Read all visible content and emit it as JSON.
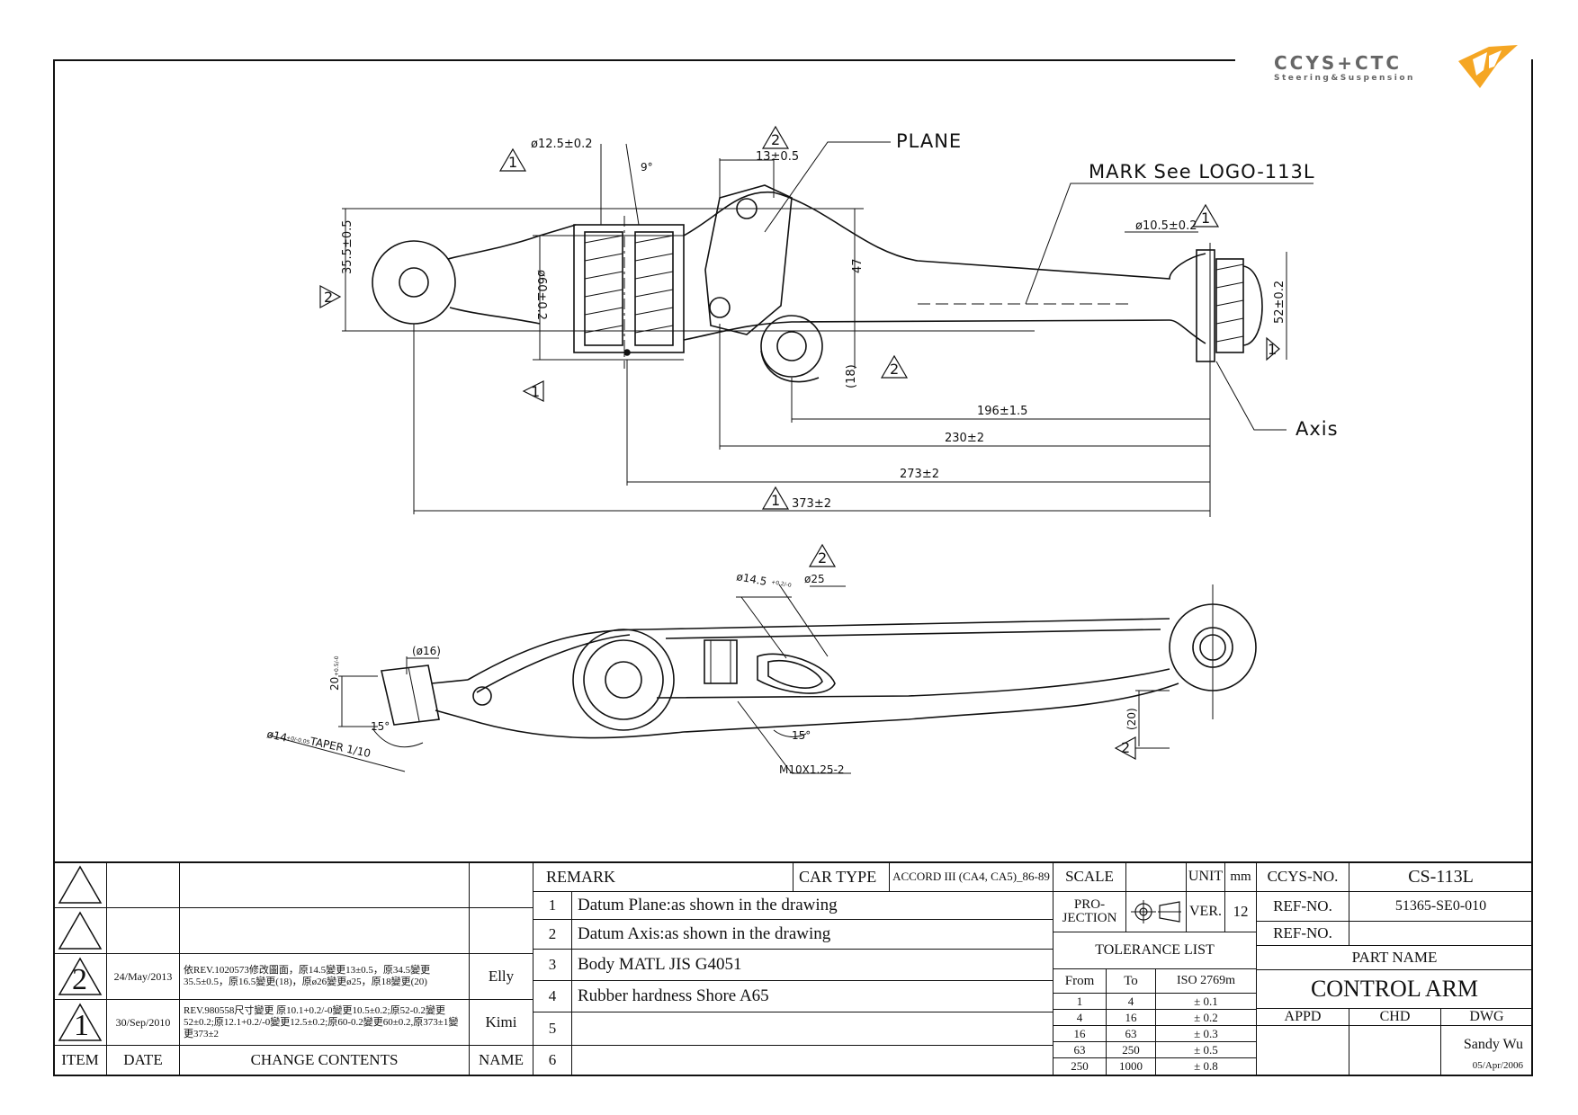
{
  "logo": {
    "brand": "CCYS+CTC",
    "tagline": "Steering&Suspension"
  },
  "drawing": {
    "dims": {
      "hole_left": "ø12.5±0.2",
      "angle_top": "9°",
      "top_13": "13±0.5",
      "dim_35": "35.5±0.5",
      "dim_60": "ø60±0.2",
      "dim_47": "47",
      "dim_18": "(18)",
      "hole_right": "ø10.5±0.2",
      "dim_52": "52±0.2",
      "dim_196": "196±1.5",
      "dim_230": "230±2",
      "dim_273": "273±2",
      "dim_373": "373±2",
      "dim_145": "ø14.5",
      "dim_145_tol": "+0.2/-0",
      "dim_25": "ø25",
      "dim_16": "(ø16)",
      "dim_20": "20",
      "dim_20_tol": "+0.5/-0",
      "taper_value": "ø14",
      "taper_tol": "+0/-0.05",
      "taper_label": "TAPER 1/10",
      "angle_15a": "15°",
      "angle_15b": "15°",
      "thread": "M10X1.25-2",
      "dim_20b": "(20)"
    },
    "labels": {
      "plane": "PLANE",
      "mark": "MARK See LOGO-113L",
      "axis": "Axis"
    },
    "datum_marks": [
      "1",
      "2"
    ]
  },
  "title_block": {
    "headers": {
      "item": "ITEM",
      "date": "DATE",
      "change_contents": "CHANGE CONTENTS",
      "name": "NAME"
    },
    "revisions": [
      {
        "item": "2",
        "date": "24/May/2013",
        "contents": "依REV.1020573修改圖面，原14.5變更13±0.5，原34.5變更35.5±0.5，原16.5變更(18)，原ø26變更ø25，原18變更(20)",
        "name": "Elly"
      },
      {
        "item": "1",
        "date": "30/Sep/2010",
        "contents": "REV.980558尺寸變更 原10.1+0.2/-0變更10.5±0.2;原52-0.2變更52±0.2;原12.1+0.2/-0變更12.5±0.2;原60-0.2變更60±0.2,原373±1變更373±2",
        "name": "Kimi"
      }
    ],
    "remark_label": "REMARK",
    "car_type_label": "CAR TYPE",
    "car_type": "ACCORD III (CA4, CA5)_86-89",
    "remarks": [
      {
        "no": "1",
        "text": "Datum Plane:as shown in the drawing"
      },
      {
        "no": "2",
        "text": "Datum Axis:as shown in the drawing"
      },
      {
        "no": "3",
        "text": "Body MATL JIS G4051"
      },
      {
        "no": "4",
        "text": "Rubber hardness Shore A65"
      },
      {
        "no": "5",
        "text": ""
      },
      {
        "no": "6",
        "text": ""
      }
    ],
    "scale_label": "SCALE",
    "scale_value": "",
    "unit_label": "UNIT",
    "unit_value": "mm",
    "projection_label": "PRO-\nJECTION",
    "ver_label": "VER.",
    "ver_value": "12",
    "tolerance_label": "TOLERANCE LIST",
    "tolerance_headers": {
      "from": "From",
      "to": "To",
      "std": "ISO 2769m"
    },
    "tolerances": [
      {
        "from": "1",
        "to": "4",
        "tol": "± 0.1"
      },
      {
        "from": "4",
        "to": "16",
        "tol": "± 0.2"
      },
      {
        "from": "16",
        "to": "63",
        "tol": "± 0.3"
      },
      {
        "from": "63",
        "to": "250",
        "tol": "± 0.5"
      },
      {
        "from": "250",
        "to": "1000",
        "tol": "± 0.8"
      }
    ],
    "ccys_no_label": "CCYS-NO.",
    "ccys_no": "CS-113L",
    "ref_no_label": "REF-NO.",
    "ref_no": "51365-SE0-010",
    "ref_no2_label": "REF-NO.",
    "ref_no2": "",
    "part_name_label": "PART NAME",
    "part_name": "CONTROL ARM",
    "appd_label": "APPD",
    "chd_label": "CHD",
    "dwg_label": "DWG",
    "dwg_name": "Sandy Wu",
    "dwg_date": "05/Apr/2006"
  }
}
